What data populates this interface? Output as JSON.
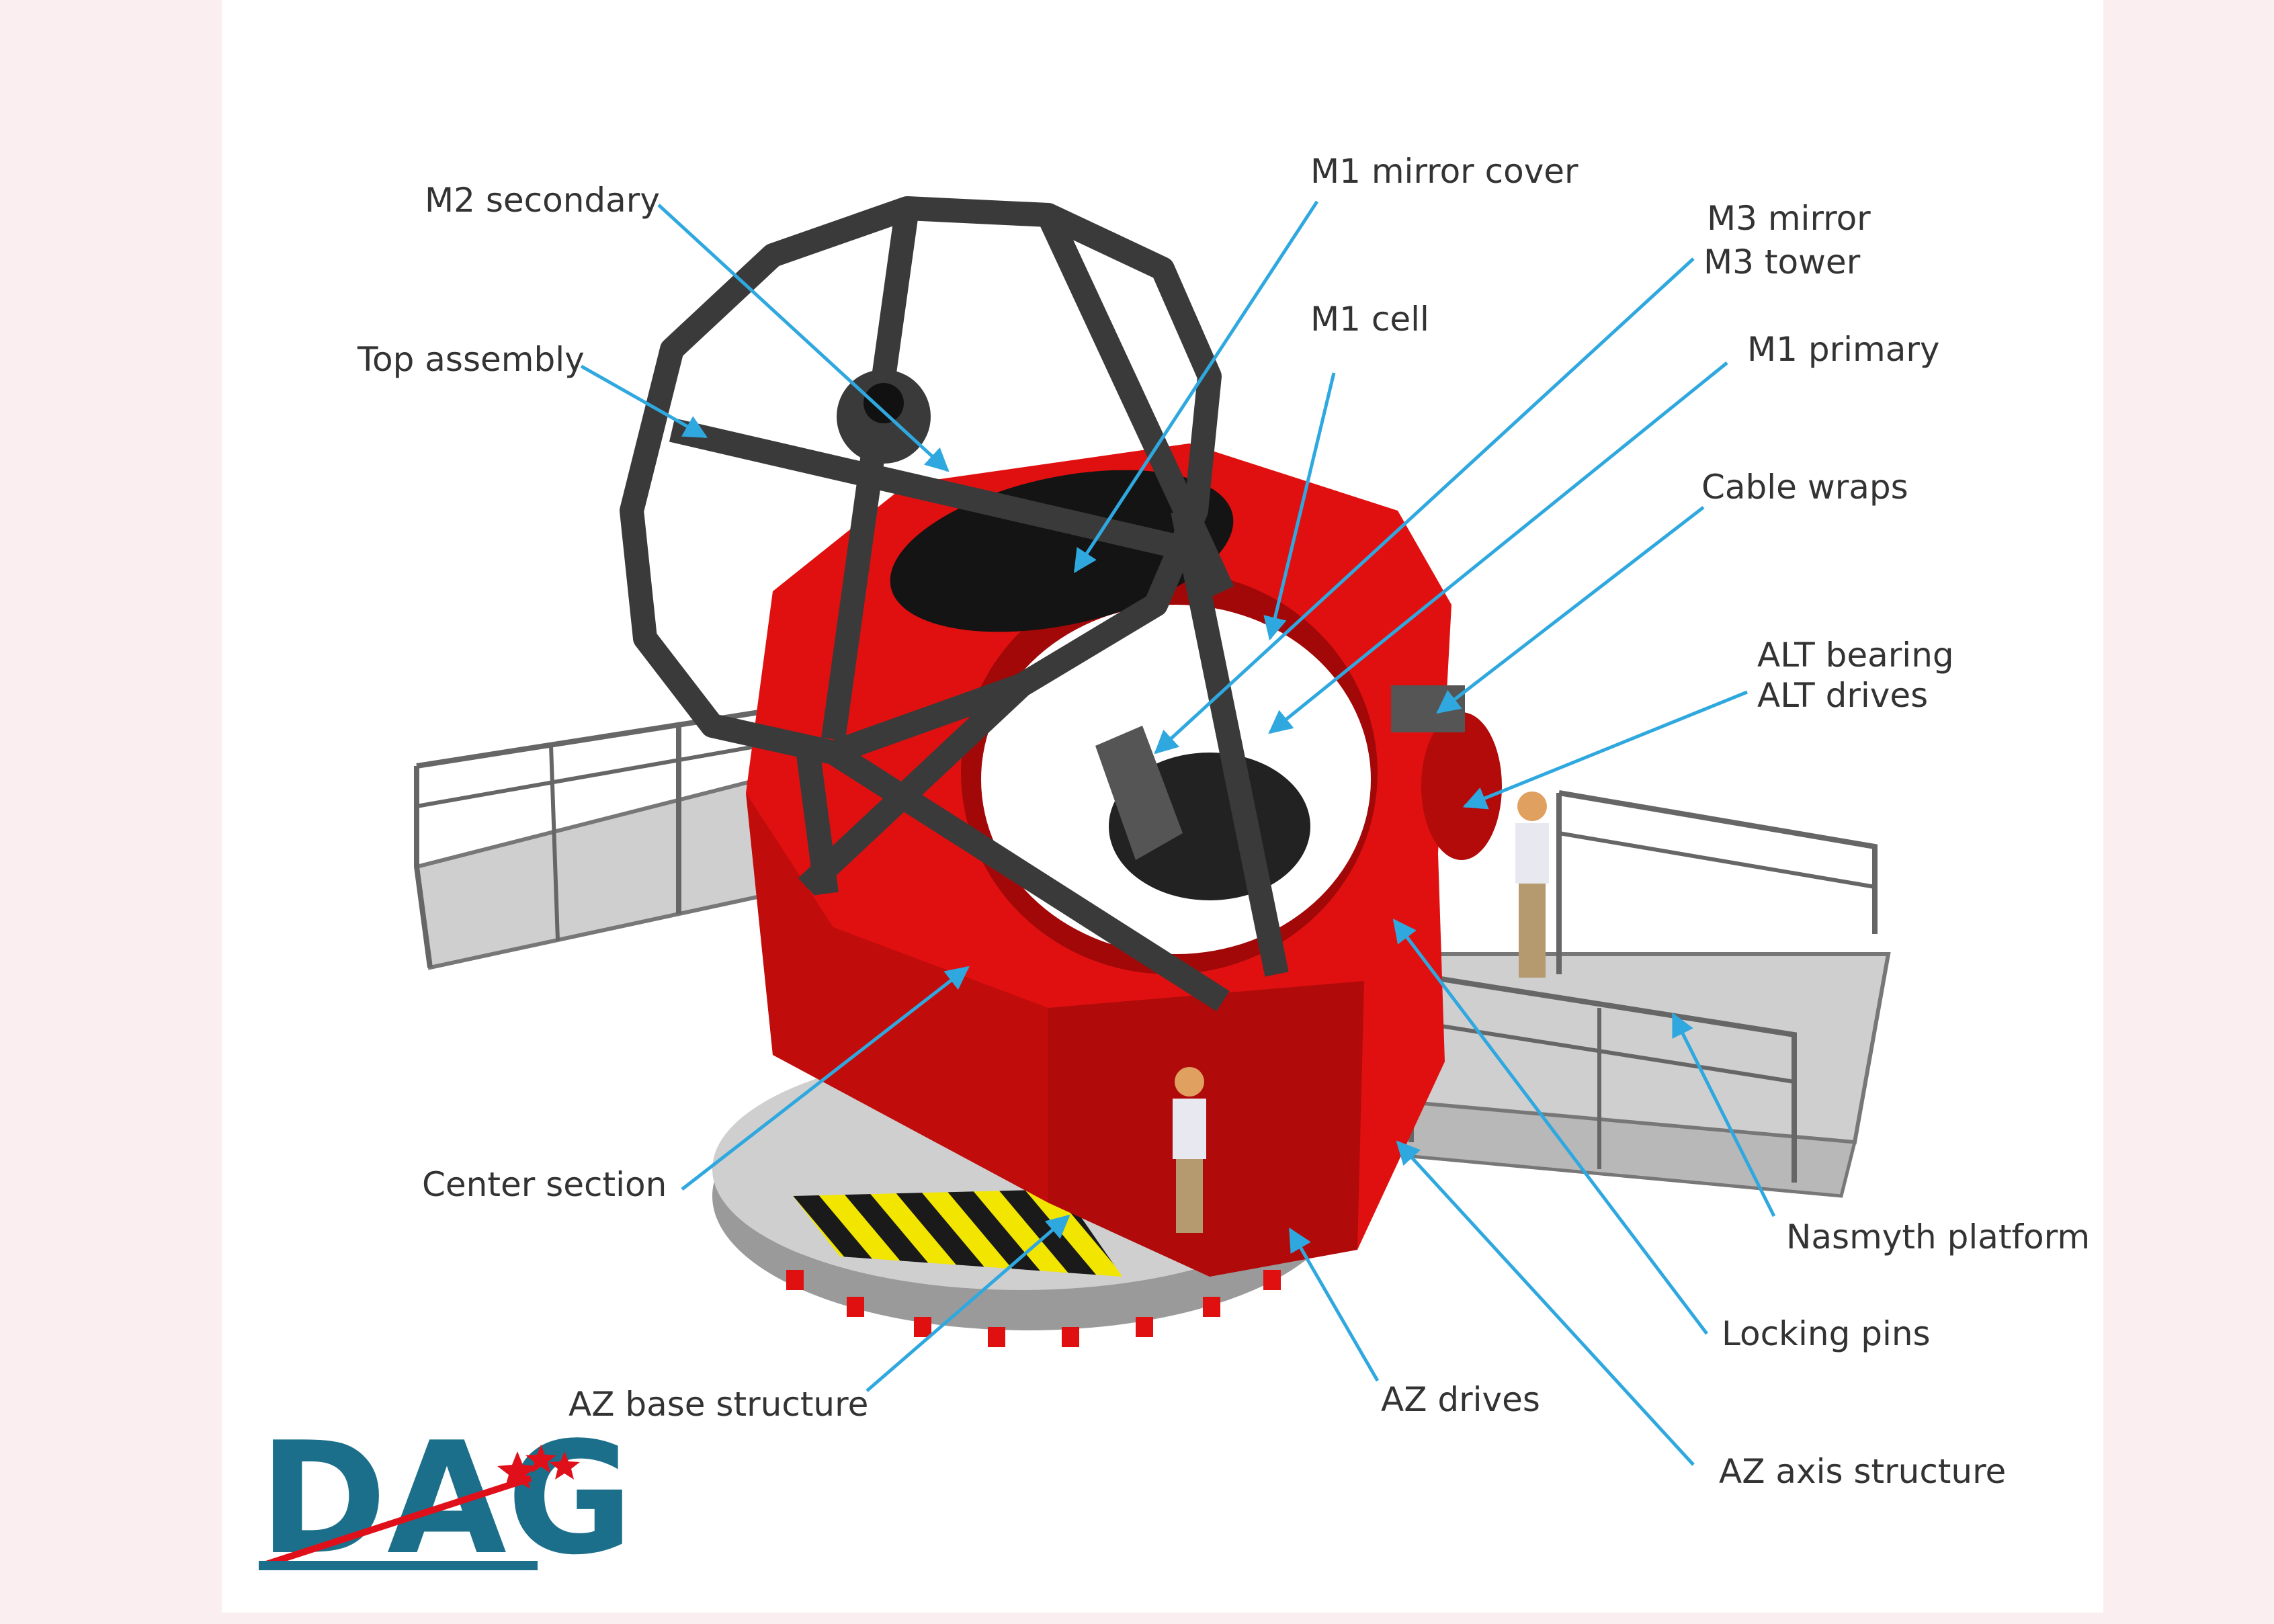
{
  "diagram": {
    "labels": {
      "m2_secondary": "M2 secondary",
      "top_assembly": "Top assembly",
      "m1_mirror_cover": "M1 mirror cover",
      "m3_mirror": "M3 mirror",
      "m3_tower": "M3 tower",
      "m1_cell": "M1 cell",
      "m1_primary": "M1 primary",
      "cable_wraps": "Cable wraps",
      "alt_bearing": "ALT bearing",
      "alt_drives": "ALT drives",
      "center_section": "Center section",
      "nasmyth_platform": "Nasmyth platform",
      "locking_pins": "Locking pins",
      "az_base_structure": "AZ base structure",
      "az_drives": "AZ drives",
      "az_axis_structure": "AZ axis structure"
    }
  },
  "logo": {
    "text": "DAG"
  },
  "colors": {
    "leader": "#2fa8df",
    "mount_red": "#e01010",
    "truss_dark": "#3a3a3a",
    "platform_grey": "#cfcfcf",
    "logo_teal": "#1b6f8a",
    "logo_red": "#e0101a"
  }
}
